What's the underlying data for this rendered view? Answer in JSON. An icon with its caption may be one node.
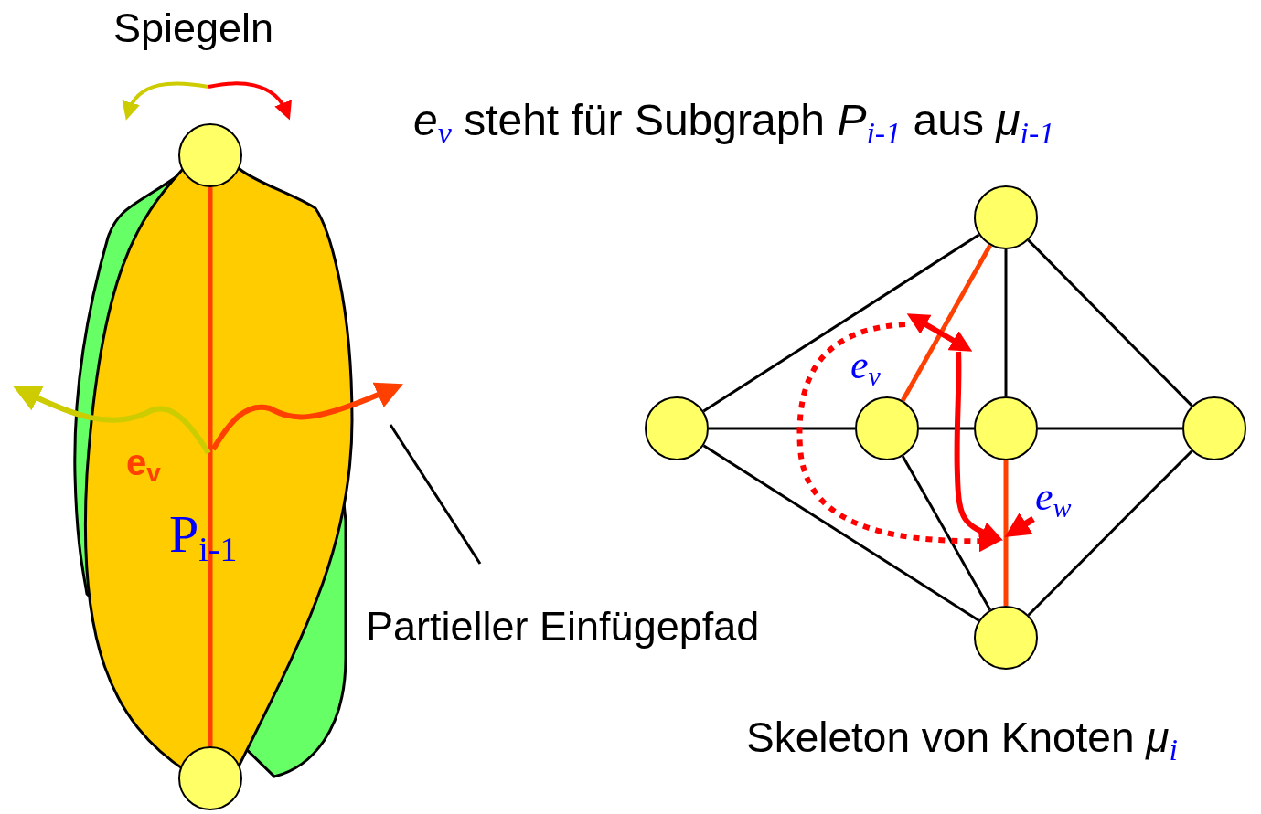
{
  "diagram": {
    "title": "*e*$_{v}$ steht für Subgraph *P*$_{i-1}$ aus *μ*$_{i-1}$",
    "caption": "Skeleton von Knoten *μ*$_{i}$",
    "nodes": [
      {
        "text": [],
        "shape": "circle"
      },
      {
        "text": [],
        "shape": "circle"
      },
      {
        "text": [],
        "shape": "circle"
      },
      {
        "text": [],
        "shape": "circle"
      },
      {
        "text": [],
        "shape": "circle"
      },
      {
        "text": [],
        "shape": "circle"
      },
      {
        "text": [],
        "shape": "circle"
      },
      {
        "text": [],
        "shape": "circle"
      },
      {
        "text": [
          "Partieller Einfügepfad"
        ]
      }
    ],
    "edges": [
      {
        "from": 0,
        "to": 1,
        "arrow": "none",
        "color": "#ff4000",
        "label": "e$_{v}$"
      },
      {
        "from": 2,
        "to": 3,
        "arrow": "none"
      },
      {
        "from": 2,
        "to": 5,
        "arrow": "none"
      },
      {
        "from": 2,
        "to": 6,
        "arrow": "none"
      },
      {
        "from": 2,
        "to": 4,
        "arrow": "none",
        "color": "#ff4000",
        "label": "*e*$_{v}$"
      },
      {
        "from": 3,
        "to": 4,
        "arrow": "none"
      },
      {
        "from": 4,
        "to": 5,
        "arrow": "none"
      },
      {
        "from": 5,
        "to": 6,
        "arrow": "none"
      },
      {
        "from": 3,
        "to": 7,
        "arrow": "none"
      },
      {
        "from": 4,
        "to": 7,
        "arrow": "none"
      },
      {
        "from": 5,
        "to": 7,
        "arrow": "none",
        "color": "#ff4000",
        "label": "*e*$_{w}$"
      },
      {
        "from": 6,
        "to": 7,
        "arrow": "none"
      },
      {
        "from": 8,
        "to": null,
        "arrow": "none"
      }
    ],
    "labels": [
      "Spiegeln",
      "P$_{i-1}$"
    ]
  }
}
